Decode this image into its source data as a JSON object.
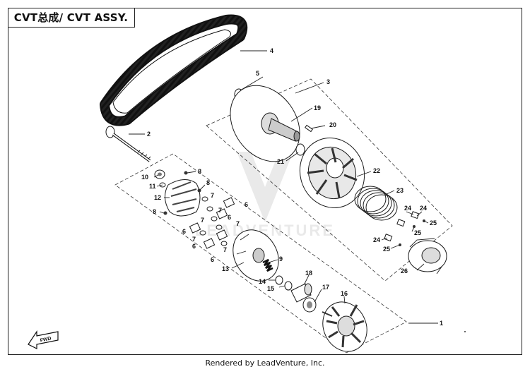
{
  "title": "CVT总成/ CVT ASSY.",
  "footer": "Rendered by LeadVenture, Inc.",
  "watermark": "LEADVENTURE",
  "fwd_label": "FWD",
  "callouts": {
    "c1": "1",
    "c2": "2",
    "c3": "3",
    "c4": "4",
    "c5": "5",
    "c6a": "6",
    "c6b": "6",
    "c6c": "6",
    "c6d": "6",
    "c6e": "6",
    "c7a": "7",
    "c7b": "7",
    "c7c": "7",
    "c7d": "7",
    "c7e": "7",
    "c7f": "7",
    "c8a": "8",
    "c8b": "8",
    "c8c": "8",
    "c9": "9",
    "c10": "10",
    "c11": "11",
    "c12": "12",
    "c13": "13",
    "c14": "14",
    "c15": "15",
    "c16": "16",
    "c17": "17",
    "c18": "18",
    "c19": "19",
    "c20": "20",
    "c21": "21",
    "c22": "22",
    "c23": "23",
    "c24a": "24",
    "c24b": "24",
    "c24c": "24",
    "c25a": "25",
    "c25b": "25",
    "c25c": "25",
    "c26": "26"
  }
}
